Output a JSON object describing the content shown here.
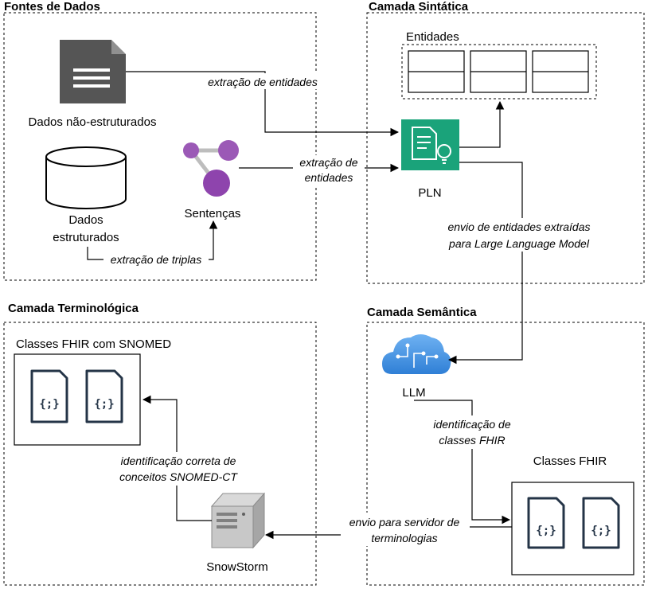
{
  "layers": {
    "fontes": "Fontes de Dados",
    "sintatica": "Camada Sintática",
    "terminologica": "Camada Terminológica",
    "semantica": "Camada Semântica"
  },
  "nodes": {
    "dados_nao_estruturados": "Dados não-estruturados",
    "dados_estruturados_1": "Dados",
    "dados_estruturados_2": "estruturados",
    "sentencas": "Sentenças",
    "entidades": "Entidades",
    "pln": "PLN",
    "llm": "LLM",
    "classes_fhir_snomed": "Classes FHIR com SNOMED",
    "classes_fhir": "Classes FHIR",
    "snowstorm": "SnowStorm"
  },
  "edges": {
    "extracao_entidades_1": "extração de entidades",
    "extracao_entidades_2a": "extração de",
    "extracao_entidades_2b": "entidades",
    "extracao_triplas": "extração de triplas",
    "envio_llm_1": "envio de entidades extraídas",
    "envio_llm_2": "para Large Language Model",
    "identificacao_fhir_1": "identificação de",
    "identificacao_fhir_2": "classes FHIR",
    "envio_servidor_1": "envio para servidor de",
    "envio_servidor_2": "terminologias",
    "identificacao_snomed_1": "identificação correta de",
    "identificacao_snomed_2": "conceitos SNOMED-CT"
  },
  "icons": {
    "json_glyph": "{;}"
  },
  "colors": {
    "pln_icon": "#1aa37a",
    "llm_cloud": "#4a90e2",
    "sentencas_nodes": "#8e44ad",
    "document_icon": "#555555",
    "json_file_icon": "#243447"
  }
}
